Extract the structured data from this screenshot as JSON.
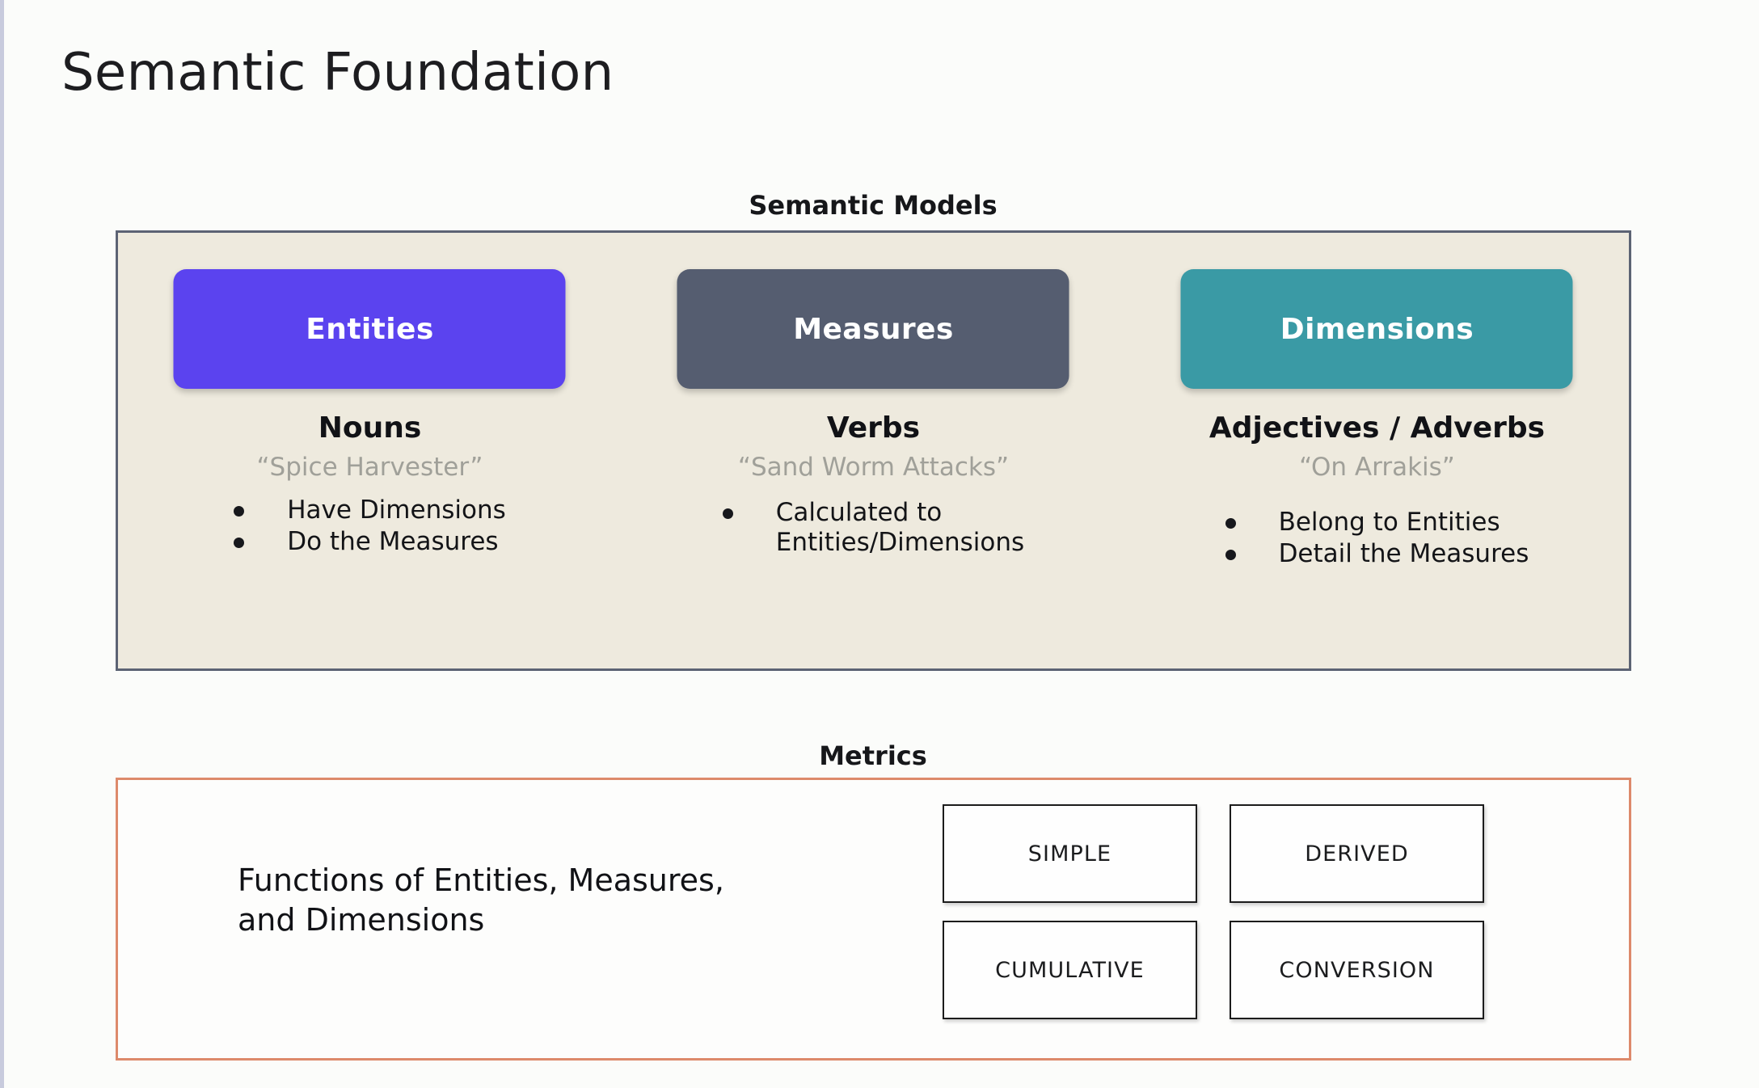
{
  "page": {
    "title": "Semantic Foundation",
    "background_color": "#fbfcfa"
  },
  "semantic_models": {
    "caption": "Semantic Models",
    "panel_background": "#eeeade",
    "panel_border_color": "#5c6374",
    "columns": [
      {
        "chip_label": "Entities",
        "chip_color": "#5b43ef",
        "part_of_speech": "Nouns",
        "example": "“Spice Harvester”",
        "bullets": [
          "Have Dimensions",
          "Do the Measures"
        ]
      },
      {
        "chip_label": "Measures",
        "chip_color": "#555d70",
        "part_of_speech": "Verbs",
        "example": "“Sand Worm Attacks”",
        "bullets": [
          "Calculated to\nEntities/Dimensions"
        ]
      },
      {
        "chip_label": "Dimensions",
        "chip_color": "#3a9aa5",
        "part_of_speech": "Adjectives / Adverbs",
        "example": "“On Arrakis”",
        "bullets": [
          "Belong to Entities",
          "Detail the Measures"
        ]
      }
    ]
  },
  "metrics": {
    "caption": "Metrics",
    "panel_border_color": "#dd8a6b",
    "description": "Functions of Entities, Measures,\nand Dimensions",
    "types": [
      "SIMPLE",
      "DERIVED",
      "CUMULATIVE",
      "CONVERSION"
    ]
  }
}
